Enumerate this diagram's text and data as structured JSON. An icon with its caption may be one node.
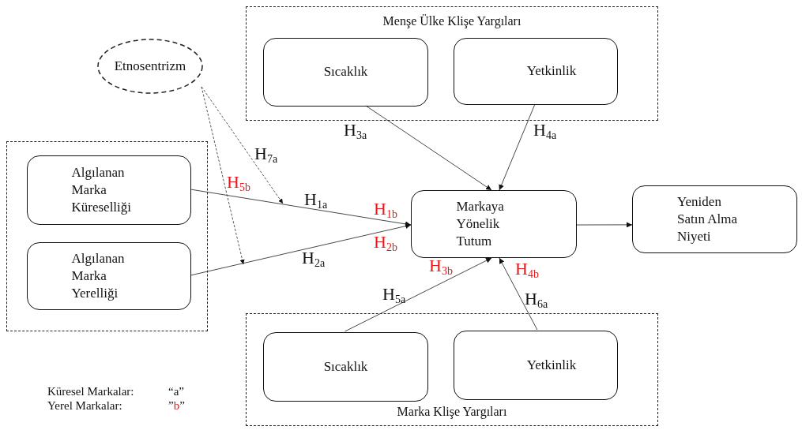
{
  "diagram": {
    "nodes": [
      {
        "text": [
          "Menşe Ülke Klişe Yargıları"
        ]
      },
      {
        "text": [
          "Sıcaklık"
        ],
        "in": 0
      },
      {
        "text": [
          "Yetkinlik"
        ],
        "in": 0
      },
      {
        "text": [
          "Etnosentrizm"
        ]
      },
      {
        "text": [],
        "shape": "box"
      },
      {
        "text": [
          "Algılanan Marka Küreselliği"
        ],
        "in": 4
      },
      {
        "text": [
          "Algılanan Marka Yerelliği"
        ],
        "in": 4
      },
      {
        "text": [
          "Markaya Yönelik Tutum"
        ]
      },
      {
        "text": [
          "Yeniden Satın Alma Niyeti"
        ]
      },
      {
        "text": [
          "Marka Klişe Yargıları"
        ]
      },
      {
        "text": [
          "Sıcaklık"
        ],
        "in": 9
      },
      {
        "text": [
          "Yetkinlik"
        ],
        "in": 9
      }
    ],
    "edges": [
      {
        "from": 1,
        "to": 7,
        "arrow": "to",
        "label": "H$_{3a}$"
      },
      {
        "from": 2,
        "to": 7,
        "arrow": "to",
        "label": "H$_{4a}$"
      },
      {
        "from": 5,
        "to": 7,
        "arrow": "to",
        "label": "H$_{1a}$"
      },
      {
        "from": 6,
        "to": 7,
        "arrow": "to",
        "label": "H$_{2a}$"
      },
      {
        "from": 10,
        "to": 7,
        "arrow": "to",
        "label": "H$_{5a}$"
      },
      {
        "from": 11,
        "to": 7,
        "arrow": "to",
        "label": "H$_{6a}$"
      },
      {
        "from": 7,
        "to": 8,
        "arrow": "to"
      },
      {
        "from": 3,
        "to": null,
        "arrow": "to",
        "style": "dashed",
        "label": "H$_{7a}$"
      },
      {
        "from": 3,
        "to": null,
        "arrow": "to",
        "style": "dashed"
      }
    ],
    "labels": [
      "H$_{5b}$",
      "H$_{1b}$",
      "H$_{2b}$",
      "H$_{3b}$",
      "H$_{4b}$",
      "Küresel Markalar:",
      "“a”",
      "Yerel Markalar:",
      "”b”"
    ]
  }
}
